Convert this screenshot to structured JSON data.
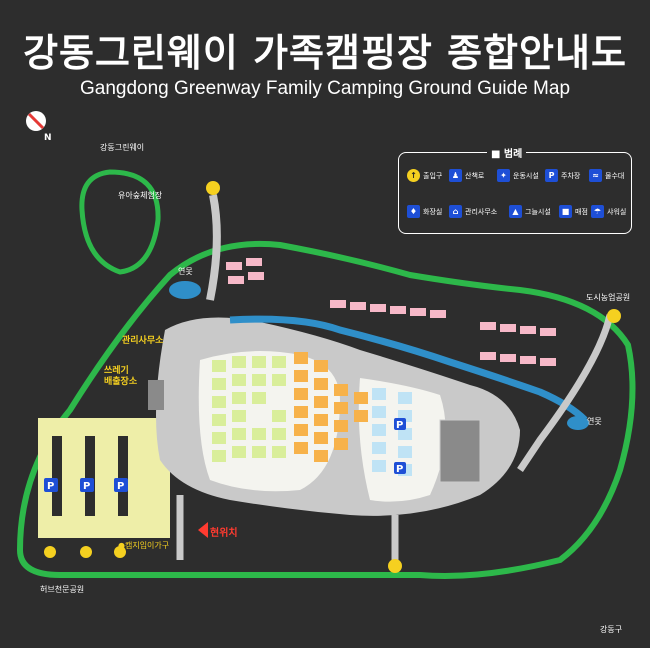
{
  "title": {
    "korean": "강동그린웨이 가족캠핑장 종합안내도",
    "english": "Gangdong Greenway Family Camping Ground Guide Map"
  },
  "compass": {
    "letter": "N"
  },
  "legend": {
    "heading": "■ 범례",
    "items": [
      {
        "label": "출입구",
        "icon": "entrance-arrow-icon"
      },
      {
        "label": "산책로",
        "icon": "walking-icon"
      },
      {
        "label": "운동시설",
        "icon": "exercise-icon"
      },
      {
        "label": "주차장",
        "icon": "parking-icon"
      },
      {
        "label": "물수대",
        "icon": "water-fountain-icon"
      },
      {
        "label": "화장실",
        "icon": "restroom-icon"
      },
      {
        "label": "관리사무소",
        "icon": "office-icon"
      },
      {
        "label": "그늘시설",
        "icon": "shade-icon"
      },
      {
        "label": "매점",
        "icon": "store-icon"
      },
      {
        "label": "샤워실",
        "icon": "shower-icon"
      }
    ]
  },
  "places": {
    "greenway": "강동그린웨이",
    "forest_experience": "유아숲체험장",
    "pond_top": "연못",
    "pond_right": "연못",
    "urban_farm": "도시농업공원",
    "office": "관리사무소",
    "waste": "쓰레기\n배출장소",
    "current_location": "현위치",
    "entrance_name": "●캠지입이가구",
    "herb_park": "허브천문공원",
    "district": "강동구"
  },
  "colors": {
    "background": "#2d2d2d",
    "trail": "#2db84a",
    "path": "#c9c9c9",
    "site_white": "#f4f4ef",
    "site_green": "#d9ee9a",
    "site_orange": "#f7b24a",
    "site_blue": "#bfe3f5",
    "parking_area": "#eeeea8",
    "stream": "#2f8fc9",
    "cabin": "#f6b8c8",
    "legend_blue": "#1e4fd6",
    "entrance_yellow": "#f5d020"
  }
}
